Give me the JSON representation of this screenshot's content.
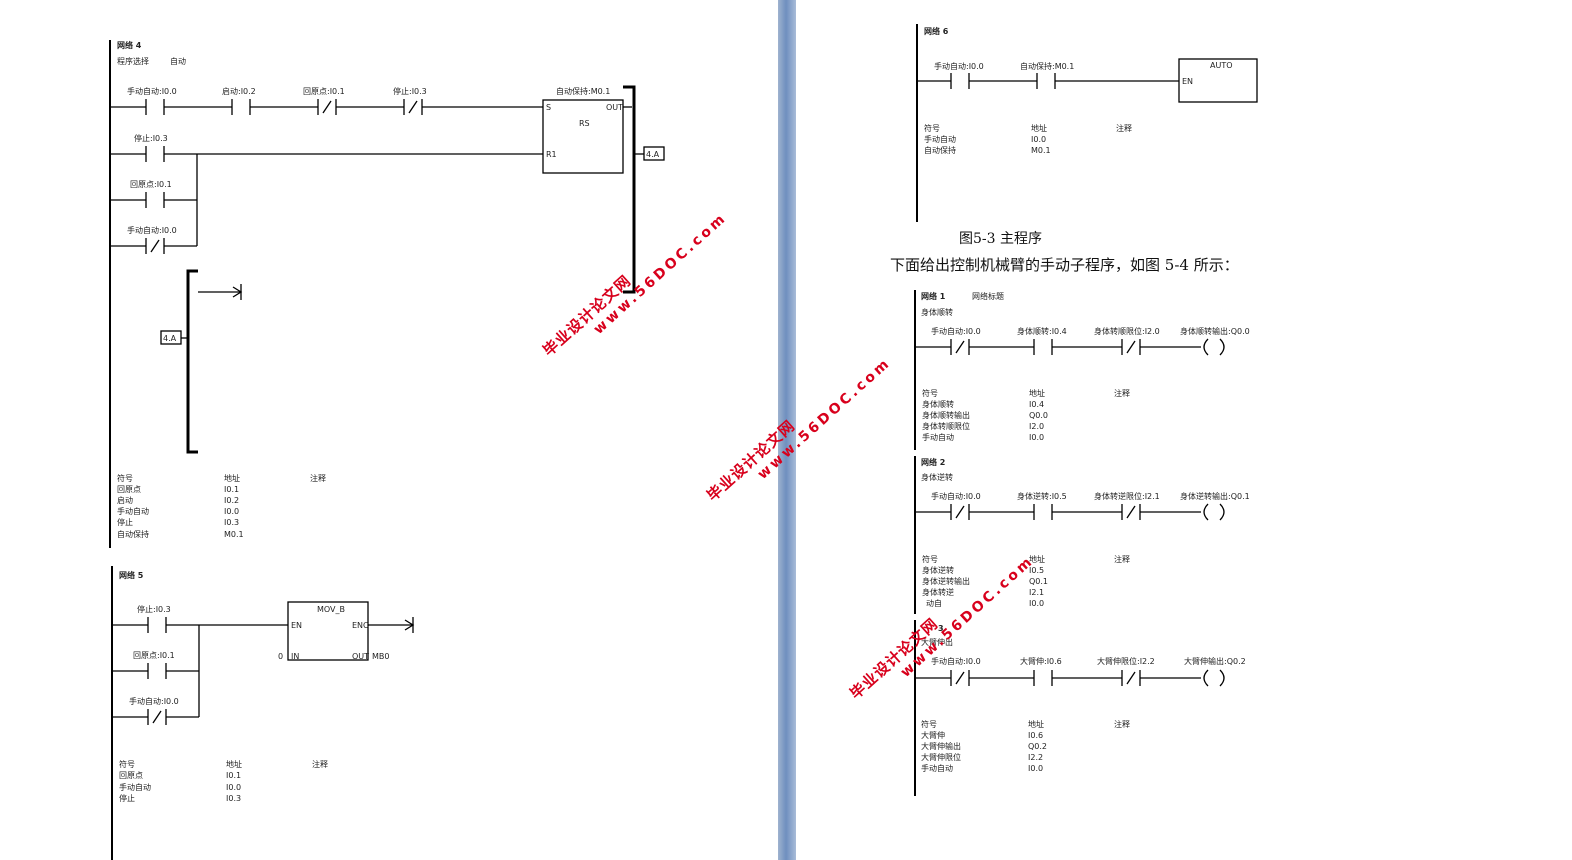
{
  "left": {
    "net4": {
      "title": "网络 4",
      "comment": "程序选择",
      "comment2": "自动",
      "c1": "手动自动:I0.0",
      "c2": "启动:I0.2",
      "c3": "回原点:I0.1",
      "c4": "停止:I0.3",
      "c5": "停止:I0.3",
      "c6": "回原点:I0.1",
      "c7": "手动自动:I0.0",
      "coil": "自动保持:M0.1",
      "rs": "RS",
      "pin_s": "S",
      "pin_r1": "R1",
      "pin_out": "OUT",
      "ref": "4.A",
      "sym_h": "符号",
      "addr_h": "地址",
      "note_h": "注释",
      "symbols": [
        {
          "name": "回原点",
          "addr": "I0.1"
        },
        {
          "name": "启动",
          "addr": "I0.2"
        },
        {
          "name": "手动自动",
          "addr": "I0.0"
        },
        {
          "name": "停止",
          "addr": "I0.3"
        },
        {
          "name": "自动保持",
          "addr": "M0.1"
        }
      ]
    },
    "net5": {
      "title": "网络 5",
      "c1": "停止:I0.3",
      "c2": "回原点:I0.1",
      "c3": "手动自动:I0.0",
      "box": "MOV_B",
      "pin_en": "EN",
      "pin_eno": "ENO",
      "pin_in": "IN",
      "pin_out": "OUT",
      "in_val": "0",
      "out_val": "MB0",
      "sym_h": "符号",
      "addr_h": "地址",
      "note_h": "注释",
      "symbols": [
        {
          "name": "回原点",
          "addr": "I0.1"
        },
        {
          "name": "手动自动",
          "addr": "I0.0"
        },
        {
          "name": "停止",
          "addr": "I0.3"
        }
      ]
    }
  },
  "right": {
    "net6": {
      "title": "网络 6",
      "c1": "手动自动:I0.0",
      "c2": "自动保持:M0.1",
      "box": "AUTO",
      "pin_en": "EN",
      "sym_h": "符号",
      "addr_h": "地址",
      "note_h": "注释",
      "symbols": [
        {
          "name": "手动自动",
          "addr": "I0.0"
        },
        {
          "name": "自动保持",
          "addr": "M0.1"
        }
      ]
    },
    "caption": "图5-3  主程序",
    "intro": "下面给出控制机械臂的手动子程序，如图 5-4 所示：",
    "sub1": {
      "title": "网络 1",
      "subtitle": "网络标题",
      "comment": "身体顺转",
      "c1": "手动自动:I0.0",
      "c2": "身体顺转:I0.4",
      "c3": "身体转顺限位:I2.0",
      "coil": "身体顺转输出:Q0.0",
      "sym_h": "符号",
      "addr_h": "地址",
      "note_h": "注释",
      "symbols": [
        {
          "name": "身体顺转",
          "addr": "I0.4"
        },
        {
          "name": "身体顺转输出",
          "addr": "Q0.0"
        },
        {
          "name": "身体转顺限位",
          "addr": "I2.0"
        },
        {
          "name": "手动自动",
          "addr": "I0.0"
        }
      ]
    },
    "sub2": {
      "title": "网络 2",
      "comment": "身体逆转",
      "c1": "手动自动:I0.0",
      "c2": "身体逆转:I0.5",
      "c3": "身体转逆限位:I2.1",
      "coil": "身体逆转输出:Q0.1",
      "sym_h": "符号",
      "addr_h": "地址",
      "note_h": "注释",
      "symbols": [
        {
          "name": "身体逆转",
          "addr": "I0.5"
        },
        {
          "name": "身体逆转输出",
          "addr": "Q0.1"
        },
        {
          "name": "身体转逆",
          "addr": "I2.1"
        },
        {
          "name": "动自",
          "addr": "I0.0"
        }
      ]
    },
    "sub3": {
      "title": "3",
      "comment": "大臂伸出",
      "c1": "手动自动:I0.0",
      "c2": "大臂伸:I0.6",
      "c3": "大臂伸限位:I2.2",
      "coil": "大臂伸输出:Q0.2",
      "sym_h": "符号",
      "addr_h": "地址",
      "note_h": "注释",
      "symbols": [
        {
          "name": "大臂伸",
          "addr": "I0.6"
        },
        {
          "name": "大臂伸输出",
          "addr": "Q0.2"
        },
        {
          "name": "大臂伸限位",
          "addr": "I2.2"
        },
        {
          "name": "手动自动",
          "addr": "I0.0"
        }
      ]
    }
  },
  "watermark": {
    "cn": "毕业设计论文网",
    "url": "www.56DOC.com",
    "color": "#d8001c"
  },
  "colors": {
    "line": "#000000",
    "divider": "#6f8fbf"
  }
}
